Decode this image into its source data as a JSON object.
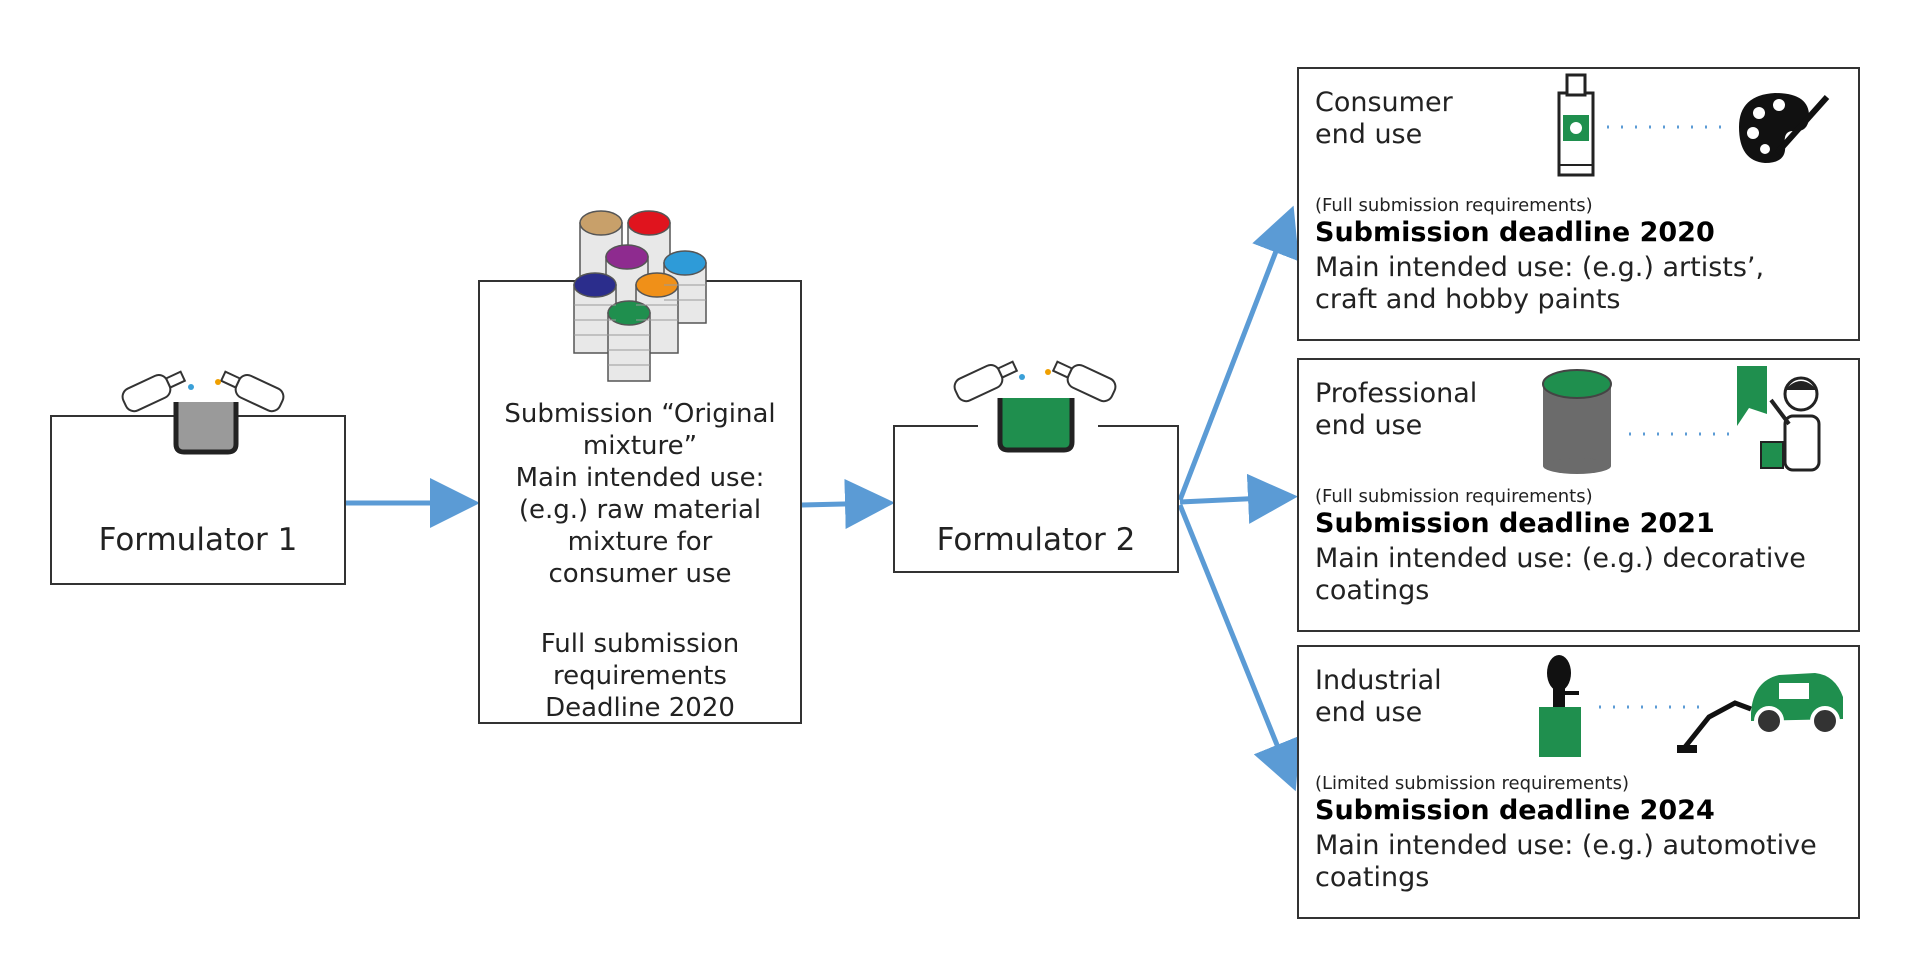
{
  "colors": {
    "arrow": "#5b9bd5",
    "green": "#1f8f4e",
    "border": "#333333"
  },
  "formulator1": {
    "title": "Formulator 1",
    "icon": "mixing-bottles-grey-beaker-icon"
  },
  "original_mixture": {
    "icon": "paint-cans-stack-icon",
    "lines": [
      "Submission “Original",
      "mixture”",
      "Main intended use:",
      "(e.g.) raw material",
      "mixture for",
      "consumer use"
    ],
    "lines2": [
      "Full submission",
      "requirements",
      "Deadline 2020"
    ]
  },
  "formulator2": {
    "title": "Formulator 2",
    "icon": "mixing-bottles-green-beaker-icon"
  },
  "end_uses": [
    {
      "title_lines": [
        "Consumer",
        "end use"
      ],
      "note": "(Full submission requirements)",
      "deadline": "Submission deadline 2020",
      "main_lines": [
        "Main intended use: (e.g.) artists’,",
        "craft and hobby paints"
      ],
      "icons": [
        "paint-tube-icon",
        "palette-brush-icon"
      ]
    },
    {
      "title_lines": [
        "Professional",
        "end use"
      ],
      "note": "(Full submission requirements)",
      "deadline": "Submission deadline 2021",
      "main_lines": [
        "Main intended use: (e.g.) decorative",
        "coatings"
      ],
      "icons": [
        "paint-bucket-icon",
        "painter-worker-icon"
      ]
    },
    {
      "title_lines": [
        "Industrial",
        "end use"
      ],
      "note": "(Limited submission requirements)",
      "deadline": "Submission deadline 2024",
      "main_lines": [
        "Main intended use: (e.g.) automotive",
        "coatings"
      ],
      "icons": [
        "spray-gun-icon",
        "robot-arm-car-icon"
      ]
    }
  ]
}
